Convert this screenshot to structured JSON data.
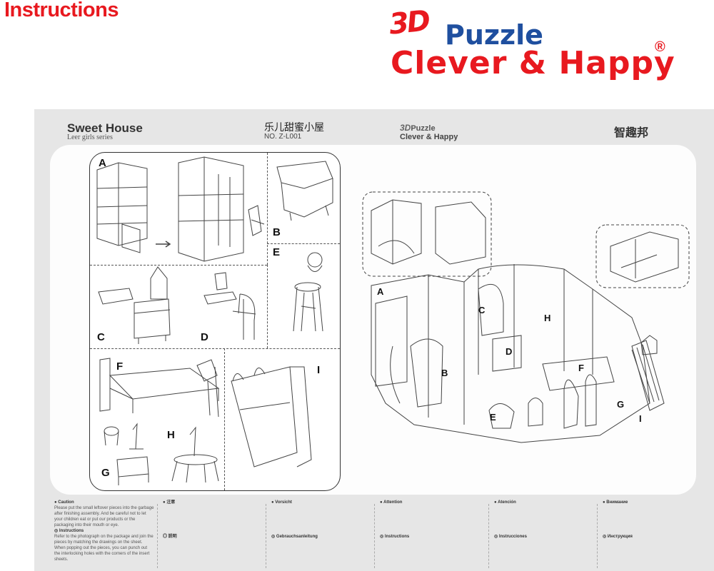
{
  "header": {
    "title": "Instructions",
    "brand": {
      "mark": "3D",
      "word": "Puzzle",
      "slogan": "Clever & Happy",
      "registered": "®"
    }
  },
  "sheet": {
    "product_name": "Sweet House",
    "series": "Leer girls series",
    "product_name_cn": "乐儿甜蜜小屋",
    "model_no": "NO. Z-L001",
    "logo_mark": "3D",
    "logo_word": "Puzzle",
    "logo_slogan": "Clever & Happy",
    "maker_cn": "智趣邦"
  },
  "steps": {
    "a": "A",
    "b": "B",
    "c": "C",
    "d": "D",
    "e": "E",
    "f": "F",
    "g": "G",
    "h": "H",
    "i": "I"
  },
  "overview_labels": {
    "a": "A",
    "b": "B",
    "c": "C",
    "d": "D",
    "e": "E",
    "f": "F",
    "g": "G",
    "h": "H",
    "i": "I"
  },
  "notes": {
    "en_caution_title": "Caution",
    "en_caution_body": "Please put the small leftover pieces into the garbage after finishing assembly. And be careful not to let your children eat or put our products or the packaging into their mouth or eye.",
    "en_instr_title": "Instructions",
    "en_instr_body": "Refer to the photograph on the package and join the pieces by matching the drawings on the sheet. When popping out the pieces, you can punch out the interlocking holes with the corners of the insert sheets.",
    "jp_title": "注意",
    "jp_title2": "説明",
    "de_title": "Vorsicht",
    "de_title2": "Gebrauchsanleitung",
    "fr_title": "Attention",
    "fr_title2": "Instructions",
    "es_title": "Atención",
    "es_title2": "Instrucciones",
    "ru_title": "Внимание",
    "ru_title2": "Инструкция"
  }
}
